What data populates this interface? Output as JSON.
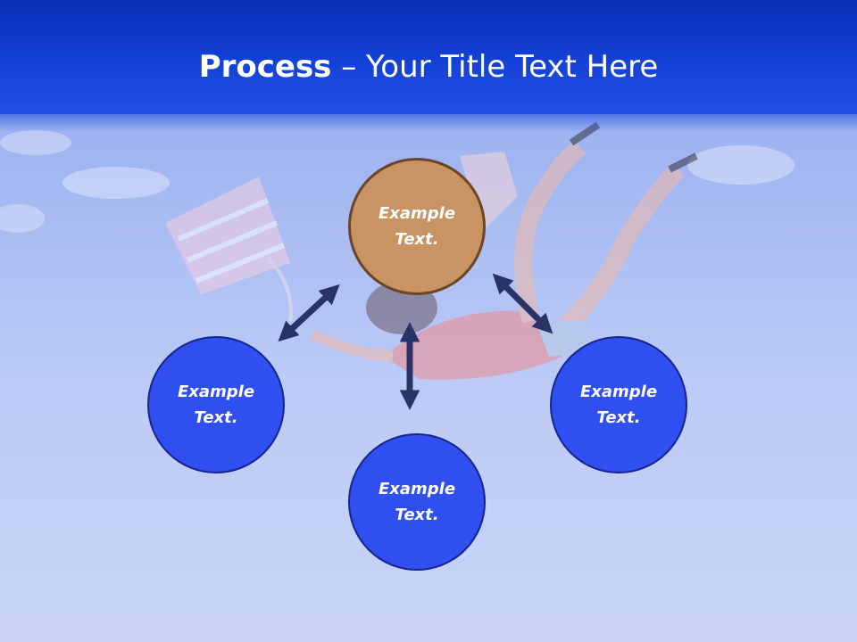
{
  "slide": {
    "title_strong": "Process",
    "title_rest": " – Your Title Text Here"
  },
  "nodes": {
    "top": "Example Text.",
    "left": "Example Text.",
    "bottom": "Example Text.",
    "right": "Example Text."
  },
  "colors": {
    "header": "#1441d6",
    "node_blue": "#2f4ff0",
    "node_brown": "#c99463",
    "arrow": "#2a3366"
  },
  "icons": {
    "background_photo": "falling-woman-photo"
  }
}
